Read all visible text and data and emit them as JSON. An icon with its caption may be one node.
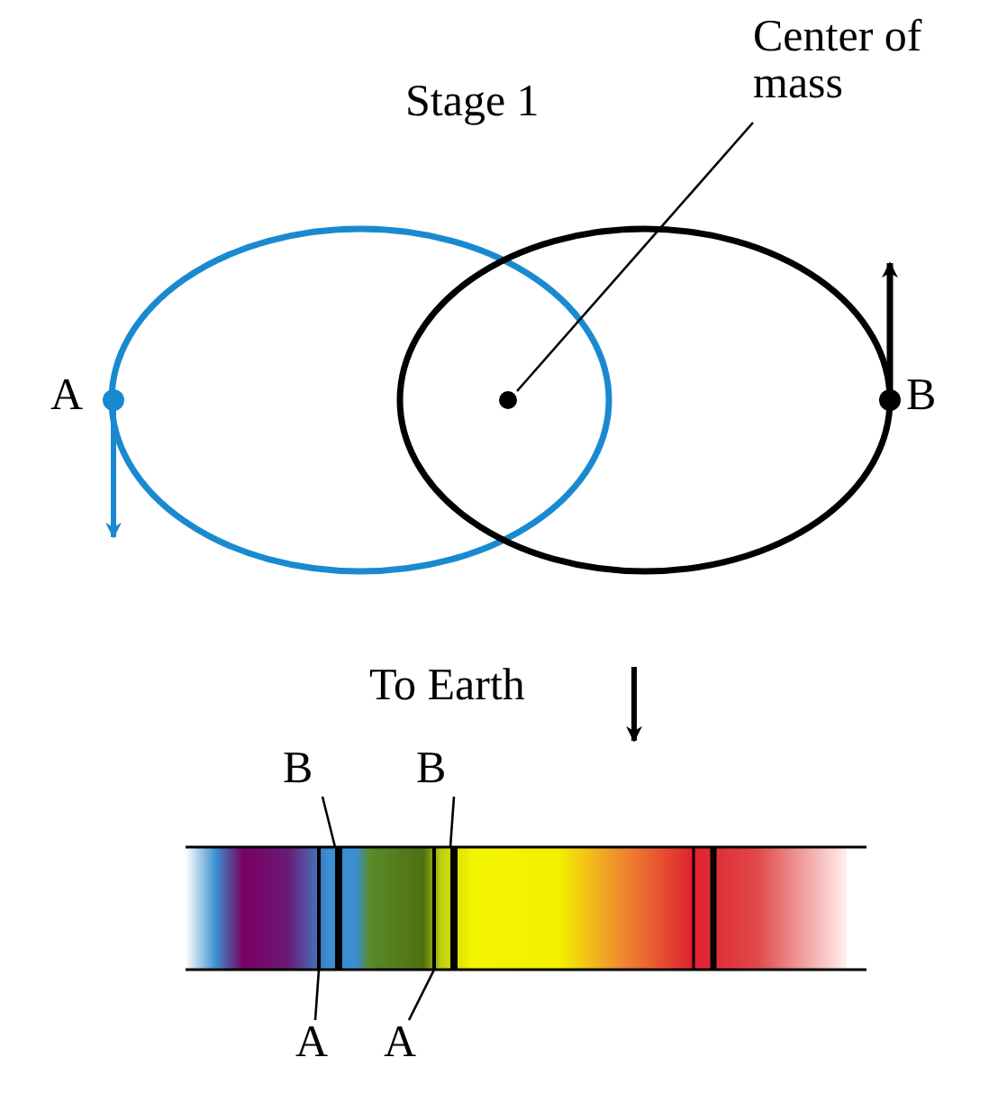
{
  "diagram": {
    "nodes": [
      {
        "text": [
          "Center of mass"
        ]
      },
      {
        "text": [],
        "shape": "circle"
      },
      {
        "text": [
          "B"
        ]
      },
      {
        "text": [
          "B"
        ]
      },
      {
        "text": [],
        "shape": "bar"
      },
      {
        "text": [],
        "shape": "bar"
      },
      {
        "text": [],
        "shape": "bar"
      },
      {
        "text": [],
        "shape": "bar"
      },
      {
        "text": [
          "A"
        ]
      },
      {
        "text": [
          "A"
        ]
      }
    ],
    "edges": [
      {
        "from": 0,
        "to": 1,
        "arrow": "none"
      },
      {
        "from": 2,
        "to": 5,
        "arrow": "none"
      },
      {
        "from": 3,
        "to": 7,
        "arrow": "none"
      },
      {
        "from": 8,
        "to": 4,
        "arrow": "none"
      },
      {
        "from": 9,
        "to": 6,
        "arrow": "none"
      }
    ],
    "labels": [
      "Stage 1",
      "A",
      "B",
      "To Earth"
    ]
  }
}
